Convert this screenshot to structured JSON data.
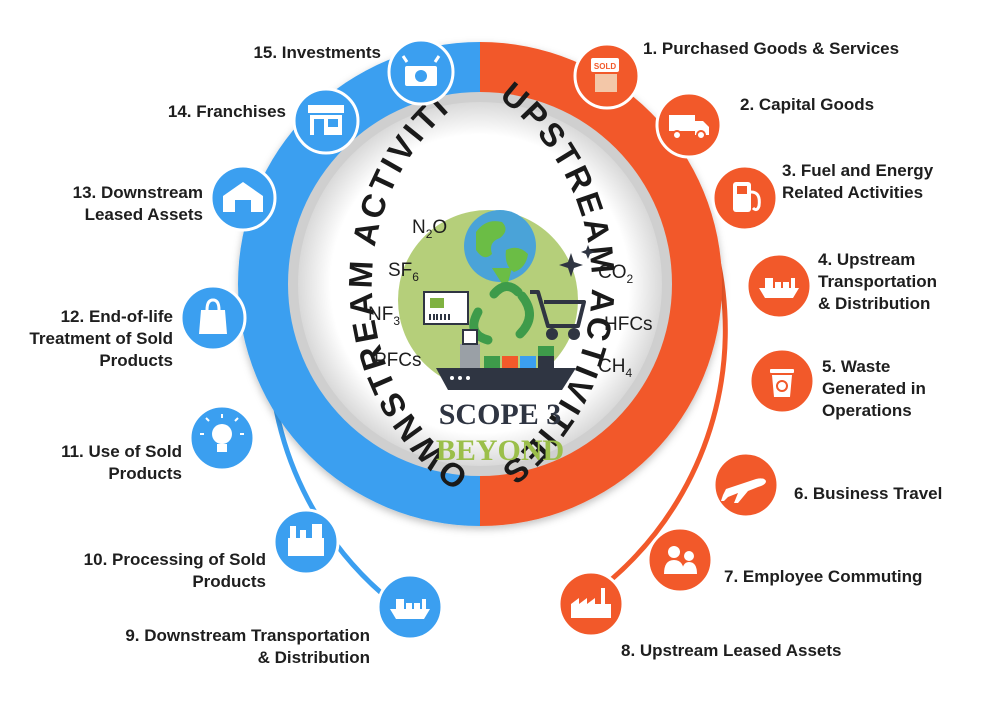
{
  "sides": {
    "downstream": {
      "title": "DOWNSTREAM ACTIVITIES",
      "color": "#3b9ff0"
    },
    "upstream": {
      "title": "UPSTREAM ACTIVITIES",
      "color": "#f2592a"
    }
  },
  "center": {
    "scope_label": "SCOPE 3",
    "beyond_label": "BEYOND",
    "scope_color": "#2f3542",
    "beyond_color": "#9bbf4a",
    "gases": [
      "N2O",
      "SF6",
      "NF3",
      "PFCs",
      "CO2",
      "HFCs",
      "CH4"
    ],
    "gas_display": {
      "n2o": {
        "main": "N",
        "sub": "2",
        "tail": "O"
      },
      "sf6": {
        "main": "SF",
        "sub": "6",
        "tail": ""
      },
      "nf3": {
        "main": "NF",
        "sub": "3",
        "tail": ""
      },
      "pfcs": {
        "main": "PFCs",
        "sub": "",
        "tail": ""
      },
      "co2": {
        "main": "CO",
        "sub": "2",
        "tail": ""
      },
      "hfcs": {
        "main": "HFCs",
        "sub": "",
        "tail": ""
      },
      "ch4": {
        "main": "CH",
        "sub": "4",
        "tail": ""
      }
    }
  },
  "categories": {
    "upstream": [
      {
        "lines": [
          "1. Purchased Goods & Services"
        ],
        "icon": "sold-tag-box-icon"
      },
      {
        "lines": [
          "2. Capital Goods"
        ],
        "icon": "truck-icon"
      },
      {
        "lines": [
          "3.  Fuel and Energy",
          "Related Activities"
        ],
        "icon": "fuel-pump-icon"
      },
      {
        "lines": [
          "4. Upstream",
          "Transportation",
          "& Distribution"
        ],
        "icon": "cargo-ship-icon"
      },
      {
        "lines": [
          "5. Waste",
          "Generated in",
          "Operations"
        ],
        "icon": "recycle-bin-icon"
      },
      {
        "lines": [
          "6. Business Travel"
        ],
        "icon": "airplane-icon"
      },
      {
        "lines": [
          "7. Employee Commuting"
        ],
        "icon": "people-icon"
      },
      {
        "lines": [
          "8. Upstream Leased Assets"
        ],
        "icon": "factory-icon"
      }
    ],
    "downstream": [
      {
        "lines": [
          "15. Investments"
        ],
        "icon": "money-icon"
      },
      {
        "lines": [
          "14. Franchises"
        ],
        "icon": "storefront-icon"
      },
      {
        "lines": [
          "13. Downstream",
          "Leased Assets"
        ],
        "icon": "warehouse-icon"
      },
      {
        "lines": [
          "12. End-of-life",
          "Treatment of Sold",
          "Products"
        ],
        "icon": "shopping-bag-icon"
      },
      {
        "lines": [
          "11. Use of Sold",
          "Products"
        ],
        "icon": "lightbulb-icon"
      },
      {
        "lines": [
          "10. Processing of Sold",
          "Products"
        ],
        "icon": "plant-icon"
      },
      {
        "lines": [
          "9.  Downstream Transportation",
          "& Distribution"
        ],
        "icon": "cargo-ship-icon"
      }
    ]
  },
  "icon_labels": {
    "sold": "SOLD"
  }
}
